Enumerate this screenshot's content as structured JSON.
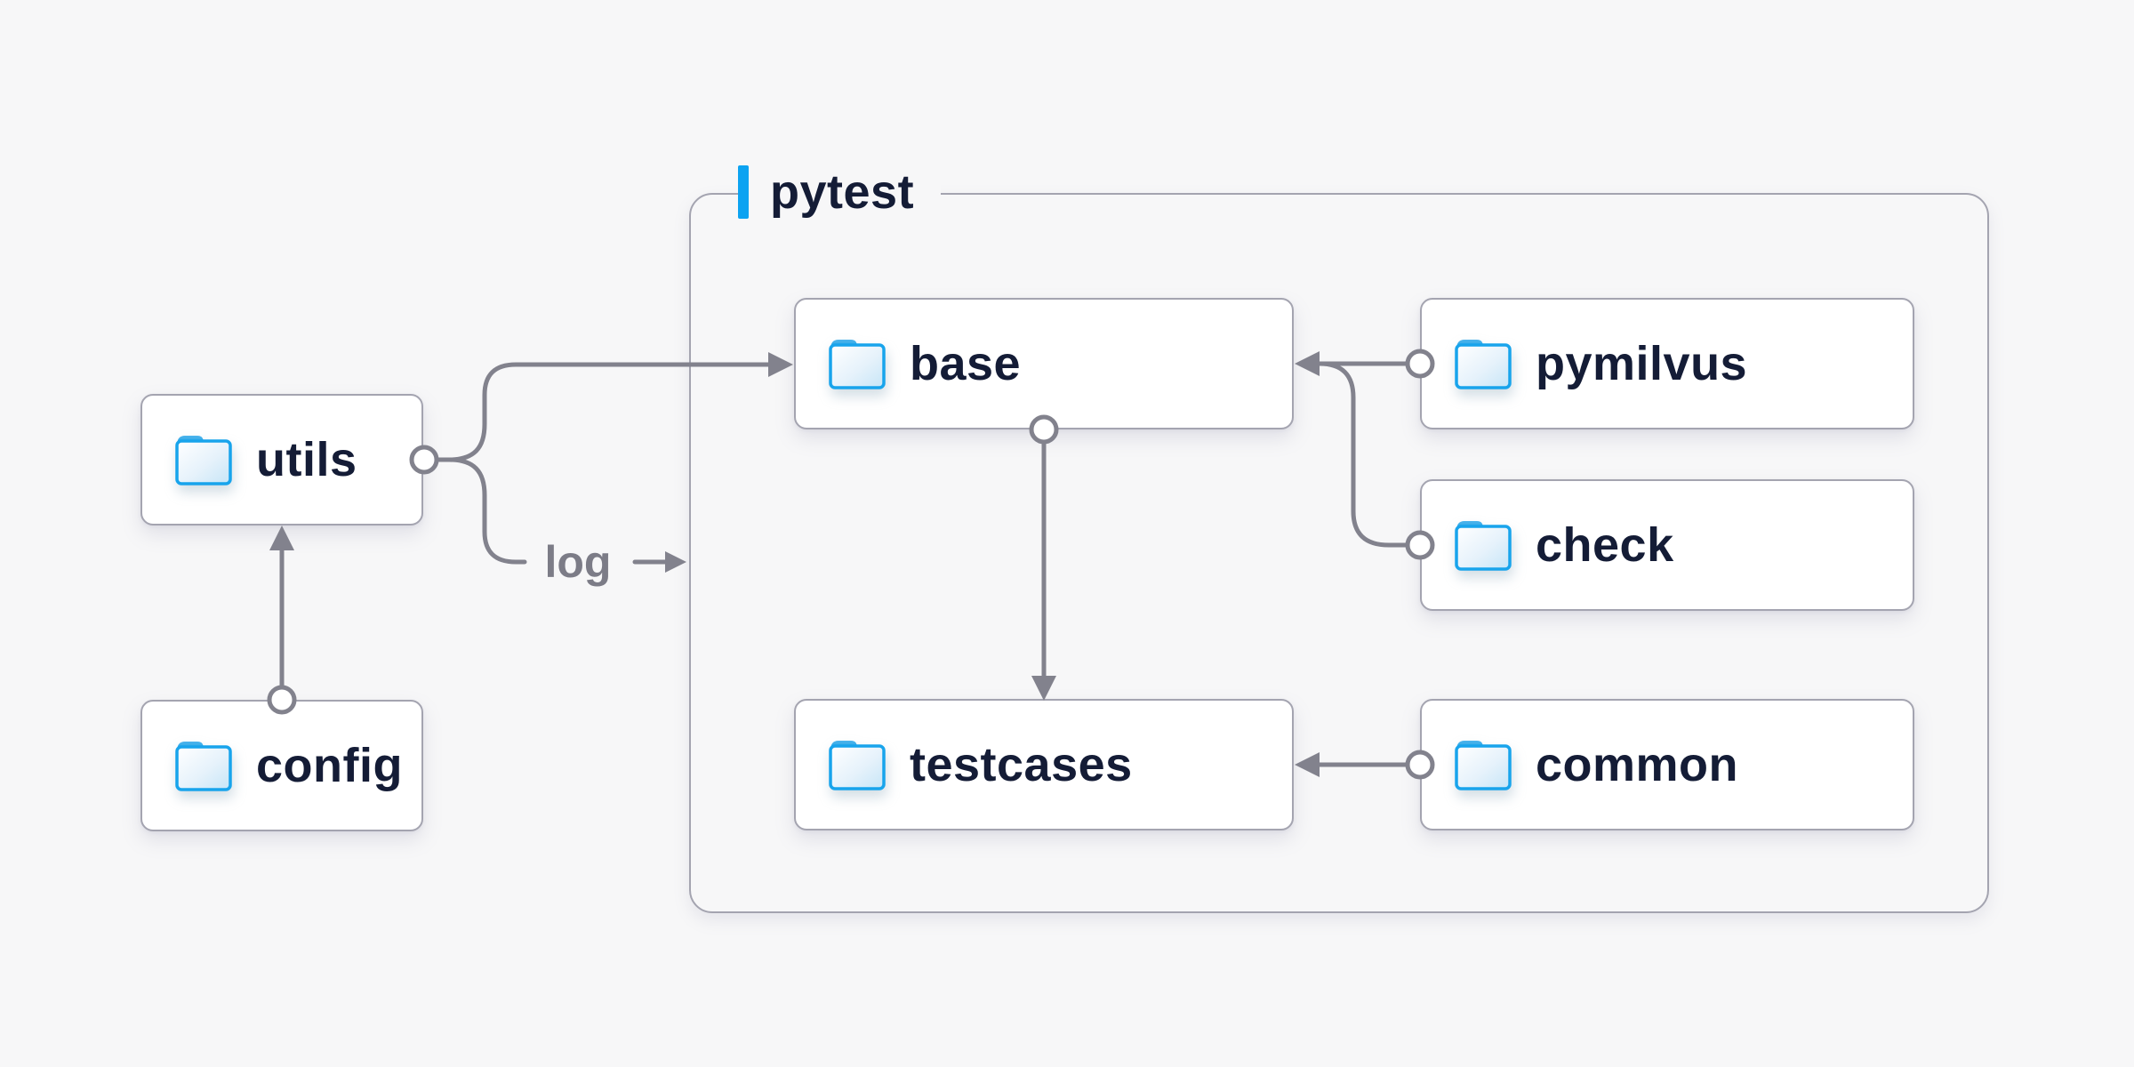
{
  "diagram": {
    "background_color": "#f7f7f8",
    "container": {
      "label": "pytest",
      "accent_color": "#0ca3f1"
    },
    "nodes": {
      "utils": {
        "label": "utils",
        "icon": "folder-icon"
      },
      "config": {
        "label": "config",
        "icon": "folder-icon"
      },
      "base": {
        "label": "base",
        "icon": "folder-icon"
      },
      "pymilvus": {
        "label": "pymilvus",
        "icon": "folder-icon"
      },
      "check": {
        "label": "check",
        "icon": "folder-icon"
      },
      "testcases": {
        "label": "testcases",
        "icon": "folder-icon"
      },
      "common": {
        "label": "common",
        "icon": "folder-icon"
      }
    },
    "labels": {
      "log": "log"
    },
    "edges": [
      {
        "from": "config",
        "to": "utils"
      },
      {
        "from": "utils",
        "to": "base"
      },
      {
        "from": "utils",
        "to": "log-output",
        "label": "log"
      },
      {
        "from": "base",
        "to": "testcases"
      },
      {
        "from": "pymilvus",
        "to": "base"
      },
      {
        "from": "check",
        "to": "base"
      },
      {
        "from": "common",
        "to": "testcases"
      }
    ],
    "colors": {
      "node_text": "#141c36",
      "line": "#82828d",
      "box_border": "#a4a4b0",
      "folder_blue": "#18a4ec",
      "log_text": "#7c7c87"
    }
  }
}
